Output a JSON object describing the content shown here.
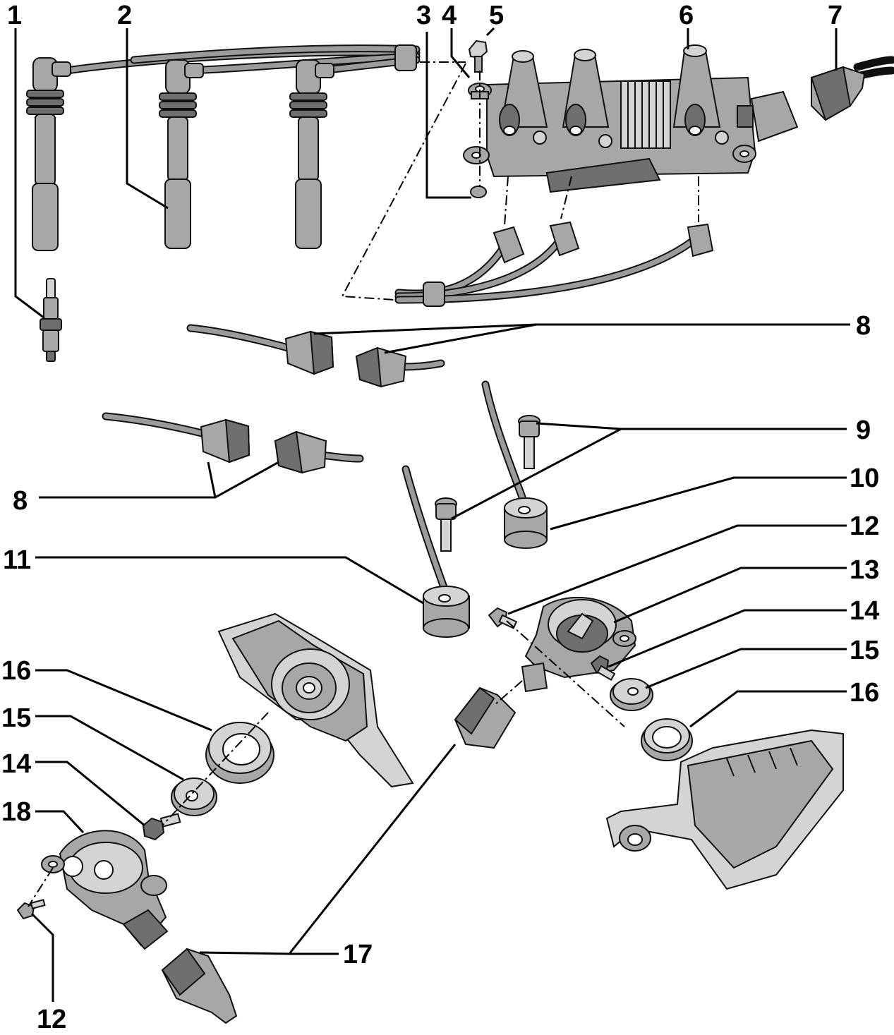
{
  "callouts": {
    "c1": "1",
    "c2": "2",
    "c3": "3",
    "c4": "4",
    "c5": "5",
    "c6": "6",
    "c7": "7",
    "c8a": "8",
    "c8b": "8",
    "c9": "9",
    "c10": "10",
    "c11": "11",
    "c12a": "12",
    "c12b": "12",
    "c13": "13",
    "c14a": "14",
    "c14b": "14",
    "c15a": "15",
    "c15b": "15",
    "c16a": "16",
    "c16b": "16",
    "c17": "17",
    "c18": "18"
  },
  "colors": {
    "part_fill": "#a7a7a7",
    "part_dark": "#6f6f6f",
    "part_light": "#d4d4d4",
    "outline": "#111111",
    "background": "#ffffff"
  }
}
